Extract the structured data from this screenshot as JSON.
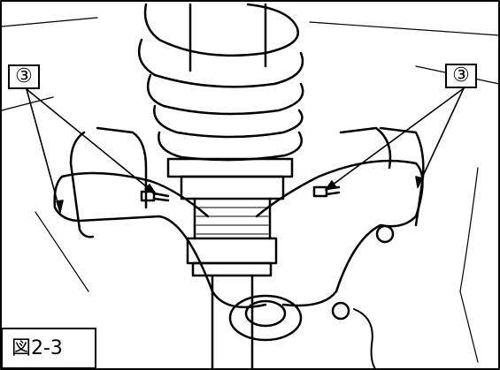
{
  "figure": {
    "callout_left": "③",
    "callout_right": "③",
    "label": "図2-3"
  },
  "colors": {
    "line": "#000000",
    "background": "#ffffff"
  }
}
